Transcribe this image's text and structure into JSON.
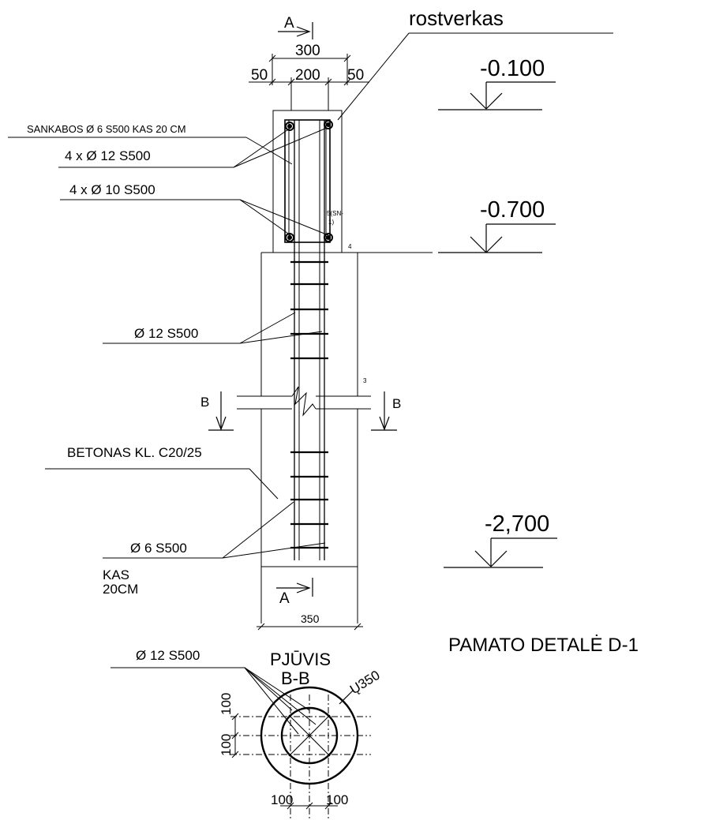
{
  "header": {
    "section_marker": "A",
    "component": "rostverkas",
    "dim_overall": "300",
    "dim_left": "50",
    "dim_mid": "200",
    "dim_right": "50"
  },
  "levels": {
    "top": "-0.100",
    "mid": "-0.700",
    "bottom": "-2,700"
  },
  "callouts": {
    "stirrups": "SANKABOS  Ø 6 S500 KAS  20  CM",
    "bars_12": "4 x Ø 12 S500",
    "bars_10": "4 x Ø 10 S500",
    "pile_bar": "Ø 12 S500",
    "concrete": "BETONAS  KL.  C20/25",
    "spiral": "Ø 6 S500",
    "spacing_line1": "KAS",
    "spacing_line2": "20CM",
    "section_bar": "Ø 12 S500"
  },
  "small_marks": {
    "sn_line1": "5(SN-",
    "sn_line2": "1)",
    "four": "4",
    "three": "3"
  },
  "section_b": {
    "left": "B",
    "right": "B"
  },
  "bottom_marker": "A",
  "pile_width": "350",
  "detail_title": "PAMATO DETALĖ D-1",
  "section_view": {
    "title_line1": "PJŪVIS",
    "title_line2": "B-B",
    "diameter": "Ų350",
    "dim_v_top": "100",
    "dim_v_bottom": "100",
    "dim_h_left": "100",
    "dim_h_right": "100"
  }
}
